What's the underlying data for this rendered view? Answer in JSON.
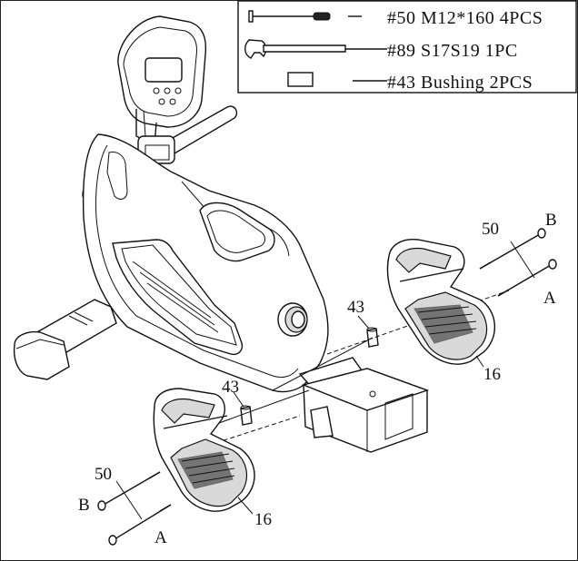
{
  "parts_list": [
    {
      "icon": "bolt-icon",
      "text": "#50 M12*160 4PCS"
    },
    {
      "icon": "wrench-icon",
      "text": "#89 S17S19 1PC"
    },
    {
      "icon": "bushing-icon",
      "text": "#43 Bushing 2PCS"
    }
  ],
  "callouts": {
    "bolt_upper": "50",
    "bolt_lower": "50",
    "bushing_upper": "43",
    "bushing_lower": "43",
    "pedal_right": "16",
    "pedal_left": "16",
    "bolt_b_upper": "B",
    "bolt_a_upper": "A",
    "bolt_b_lower": "B",
    "bolt_a_lower": "A"
  }
}
